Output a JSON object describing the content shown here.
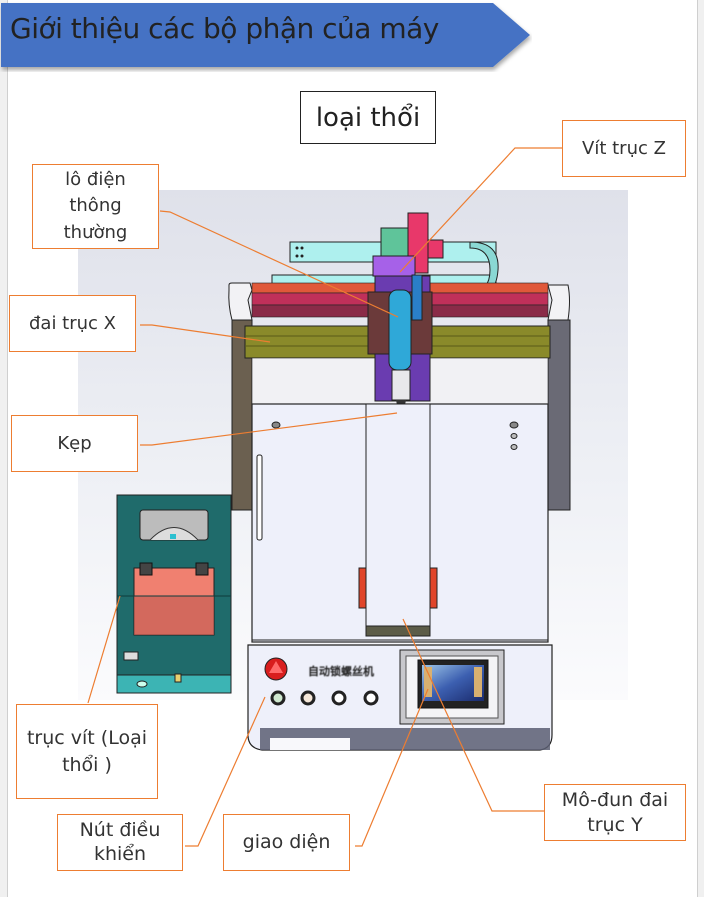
{
  "header": {
    "title": "Giới thiệu các bộ phận của máy",
    "banner_color": "#4472c4"
  },
  "subtitle": "loại thổi",
  "callouts": {
    "z_axis_screw": "Vít trục Z",
    "normal_power_hole": "lô điện thông thường",
    "x_axis_belt": "đai trục X",
    "clamp": "Kẹp",
    "screw_feeder": "trục vít (Loại thổi )",
    "control_buttons": "Nút điều khiển",
    "interface": "giao diện",
    "y_axis_belt_module": "Mô-đun đai trục Y"
  },
  "colors": {
    "callout_border": "#ed7d31",
    "leader_line": "#ed7d31"
  },
  "machine": {
    "panel_label": "自动锁螺丝机"
  }
}
